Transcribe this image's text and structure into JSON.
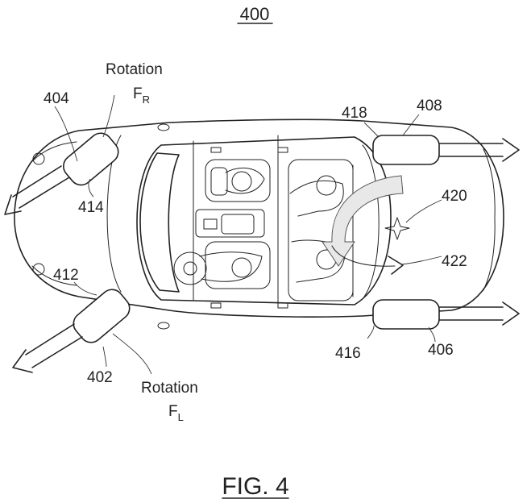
{
  "figure_number": "400",
  "caption": "FIG. 4",
  "rotation_right": {
    "word": "Rotation",
    "symbol": "F",
    "subscript": "R"
  },
  "rotation_left": {
    "word": "Rotation",
    "symbol": "F",
    "subscript": "L"
  },
  "refs": {
    "thruster_left_front": "402",
    "thruster_right_front": "404",
    "thruster_left_rear": "406",
    "thruster_right_rear": "408",
    "mount_left_front": "412",
    "mount_right_front": "414",
    "mount_left_rear": "416",
    "mount_right_rear": "418",
    "center": "420",
    "rotation_arrow": "422"
  }
}
